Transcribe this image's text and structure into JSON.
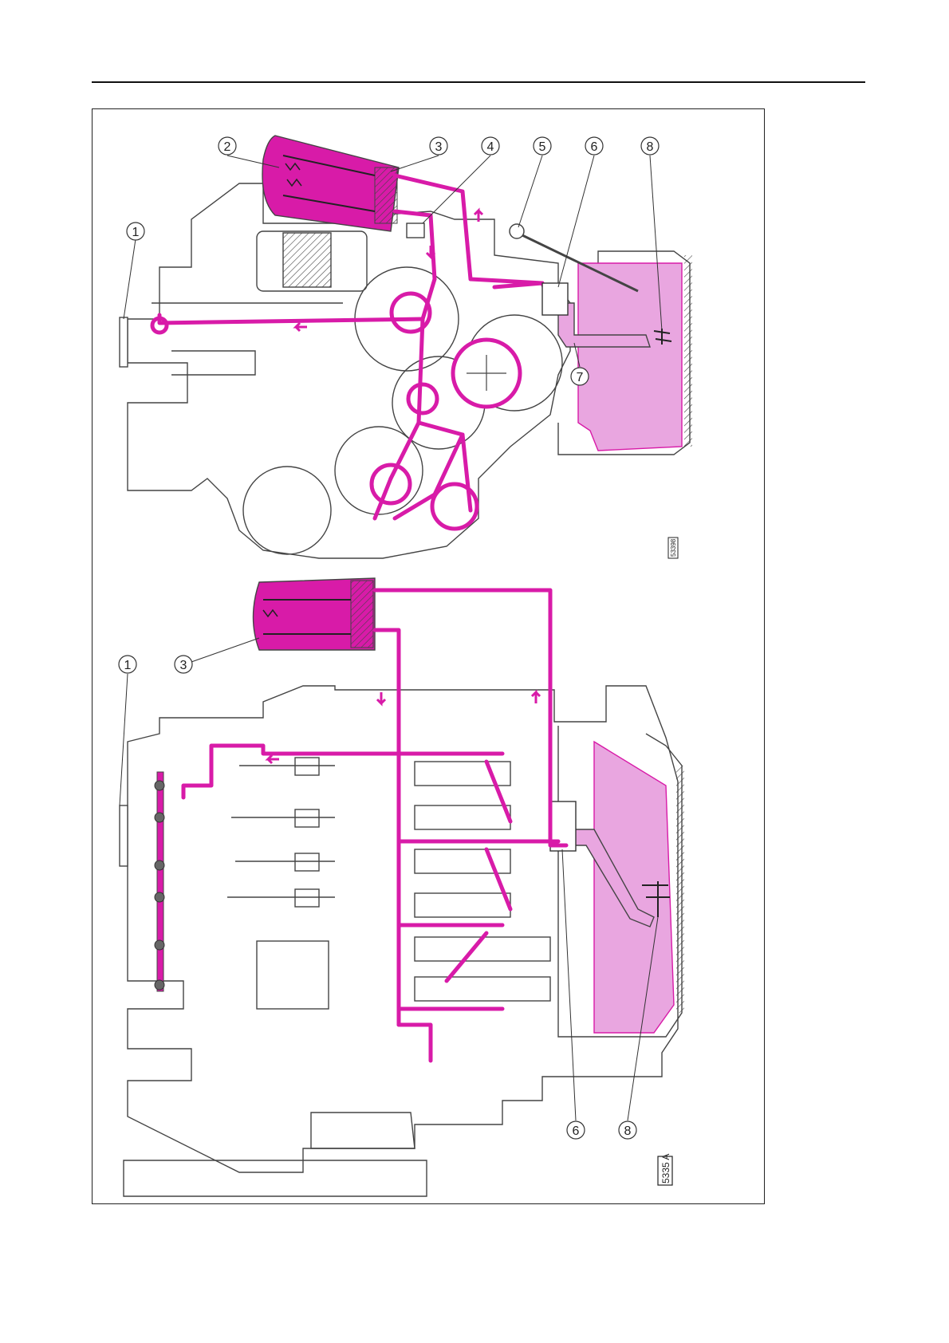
{
  "colors": {
    "oil": "#d81ba8",
    "oil_light": "#e9a6e0",
    "line": "#333333",
    "frame": "#222222"
  },
  "diagram": {
    "figure_number": "5335 A",
    "small_figure_number": "53398",
    "upper_view": {
      "callouts": [
        "1",
        "2",
        "3",
        "4",
        "5",
        "6",
        "7",
        "8"
      ]
    },
    "lower_view": {
      "callouts": [
        "1",
        "3",
        "6",
        "8"
      ]
    }
  }
}
